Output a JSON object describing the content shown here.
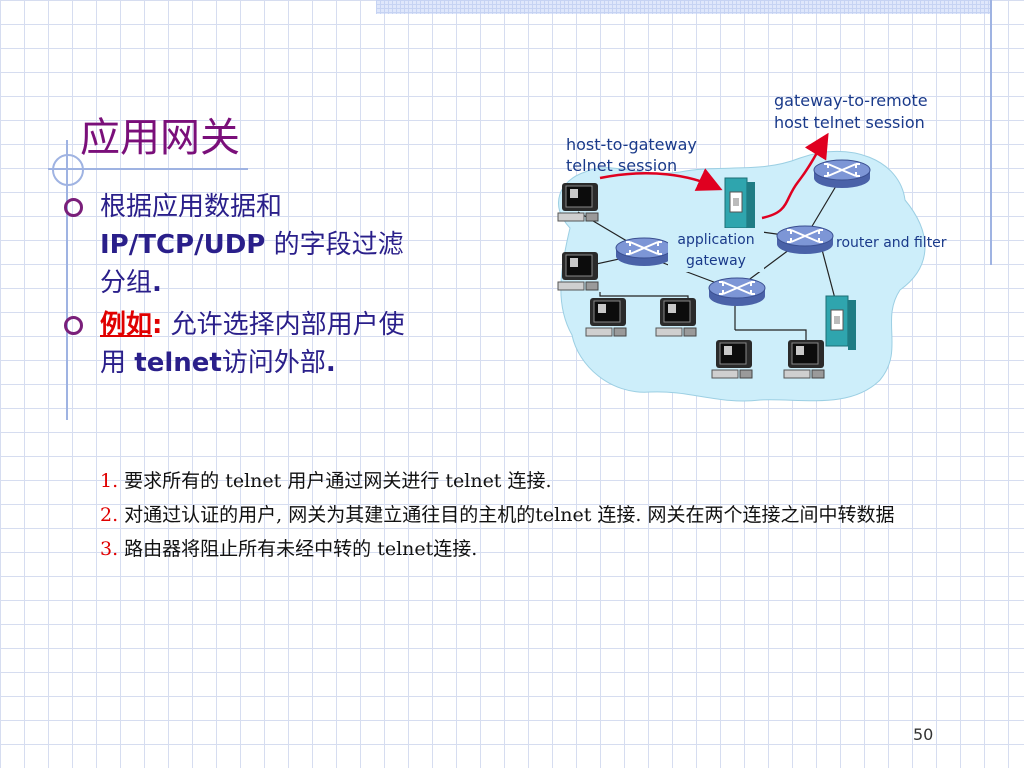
{
  "title": "应用网关",
  "bullets": [
    {
      "text_line1": "根据应用数据和",
      "text_line2_bold": "IP/TCP/UDP",
      "text_line2_rest": " 的字段过滤",
      "text_line3": "分组",
      "text_line3_bold": "."
    },
    {
      "emph": "例如",
      "colon": ":",
      "rest_line1": " 允许选择内部用户使",
      "rest_line2_a": "用 ",
      "rest_line2_bold": "telnet",
      "rest_line2_b": "访问外部",
      "rest_line2_c": "."
    }
  ],
  "diagram": {
    "label_host_to_gateway": [
      "host-to-gateway",
      "telnet session"
    ],
    "label_gateway_to_remote": [
      "gateway-to-remote",
      "host telnet session"
    ],
    "label_app_gateway": [
      "application",
      "gateway"
    ],
    "label_router_filter": "router and filter",
    "colors": {
      "cloud": "#cdeefa",
      "arrow": "#e00020",
      "router": "#6a84c8",
      "label_blue": "#1a3a8a",
      "server": "#3ab0b8"
    }
  },
  "steps": [
    {
      "num": "1.",
      "text": " 要求所有的 telnet 用户通过网关进行 telnet 连接."
    },
    {
      "num": "2.",
      "text": " 对通过认证的用户, 网关为其建立通往目的主机的telnet 连接. 网关在两个连接之间中转数据"
    },
    {
      "num": "3.",
      "text": " 路由器将阻止所有未经中转的 telnet连接."
    }
  ],
  "page_number": "50"
}
